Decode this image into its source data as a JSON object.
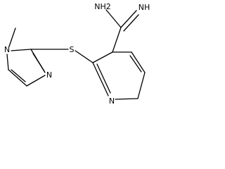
{
  "molecule": {
    "atoms": {
      "nh2": "NH2",
      "nh": "NH",
      "s": "S",
      "n_pyridine": "N",
      "n_imidazole_methyl": "N",
      "n_imidazole": "N"
    },
    "colors": {
      "bond": "#000000",
      "text": "#000000",
      "background": "#ffffff"
    }
  }
}
